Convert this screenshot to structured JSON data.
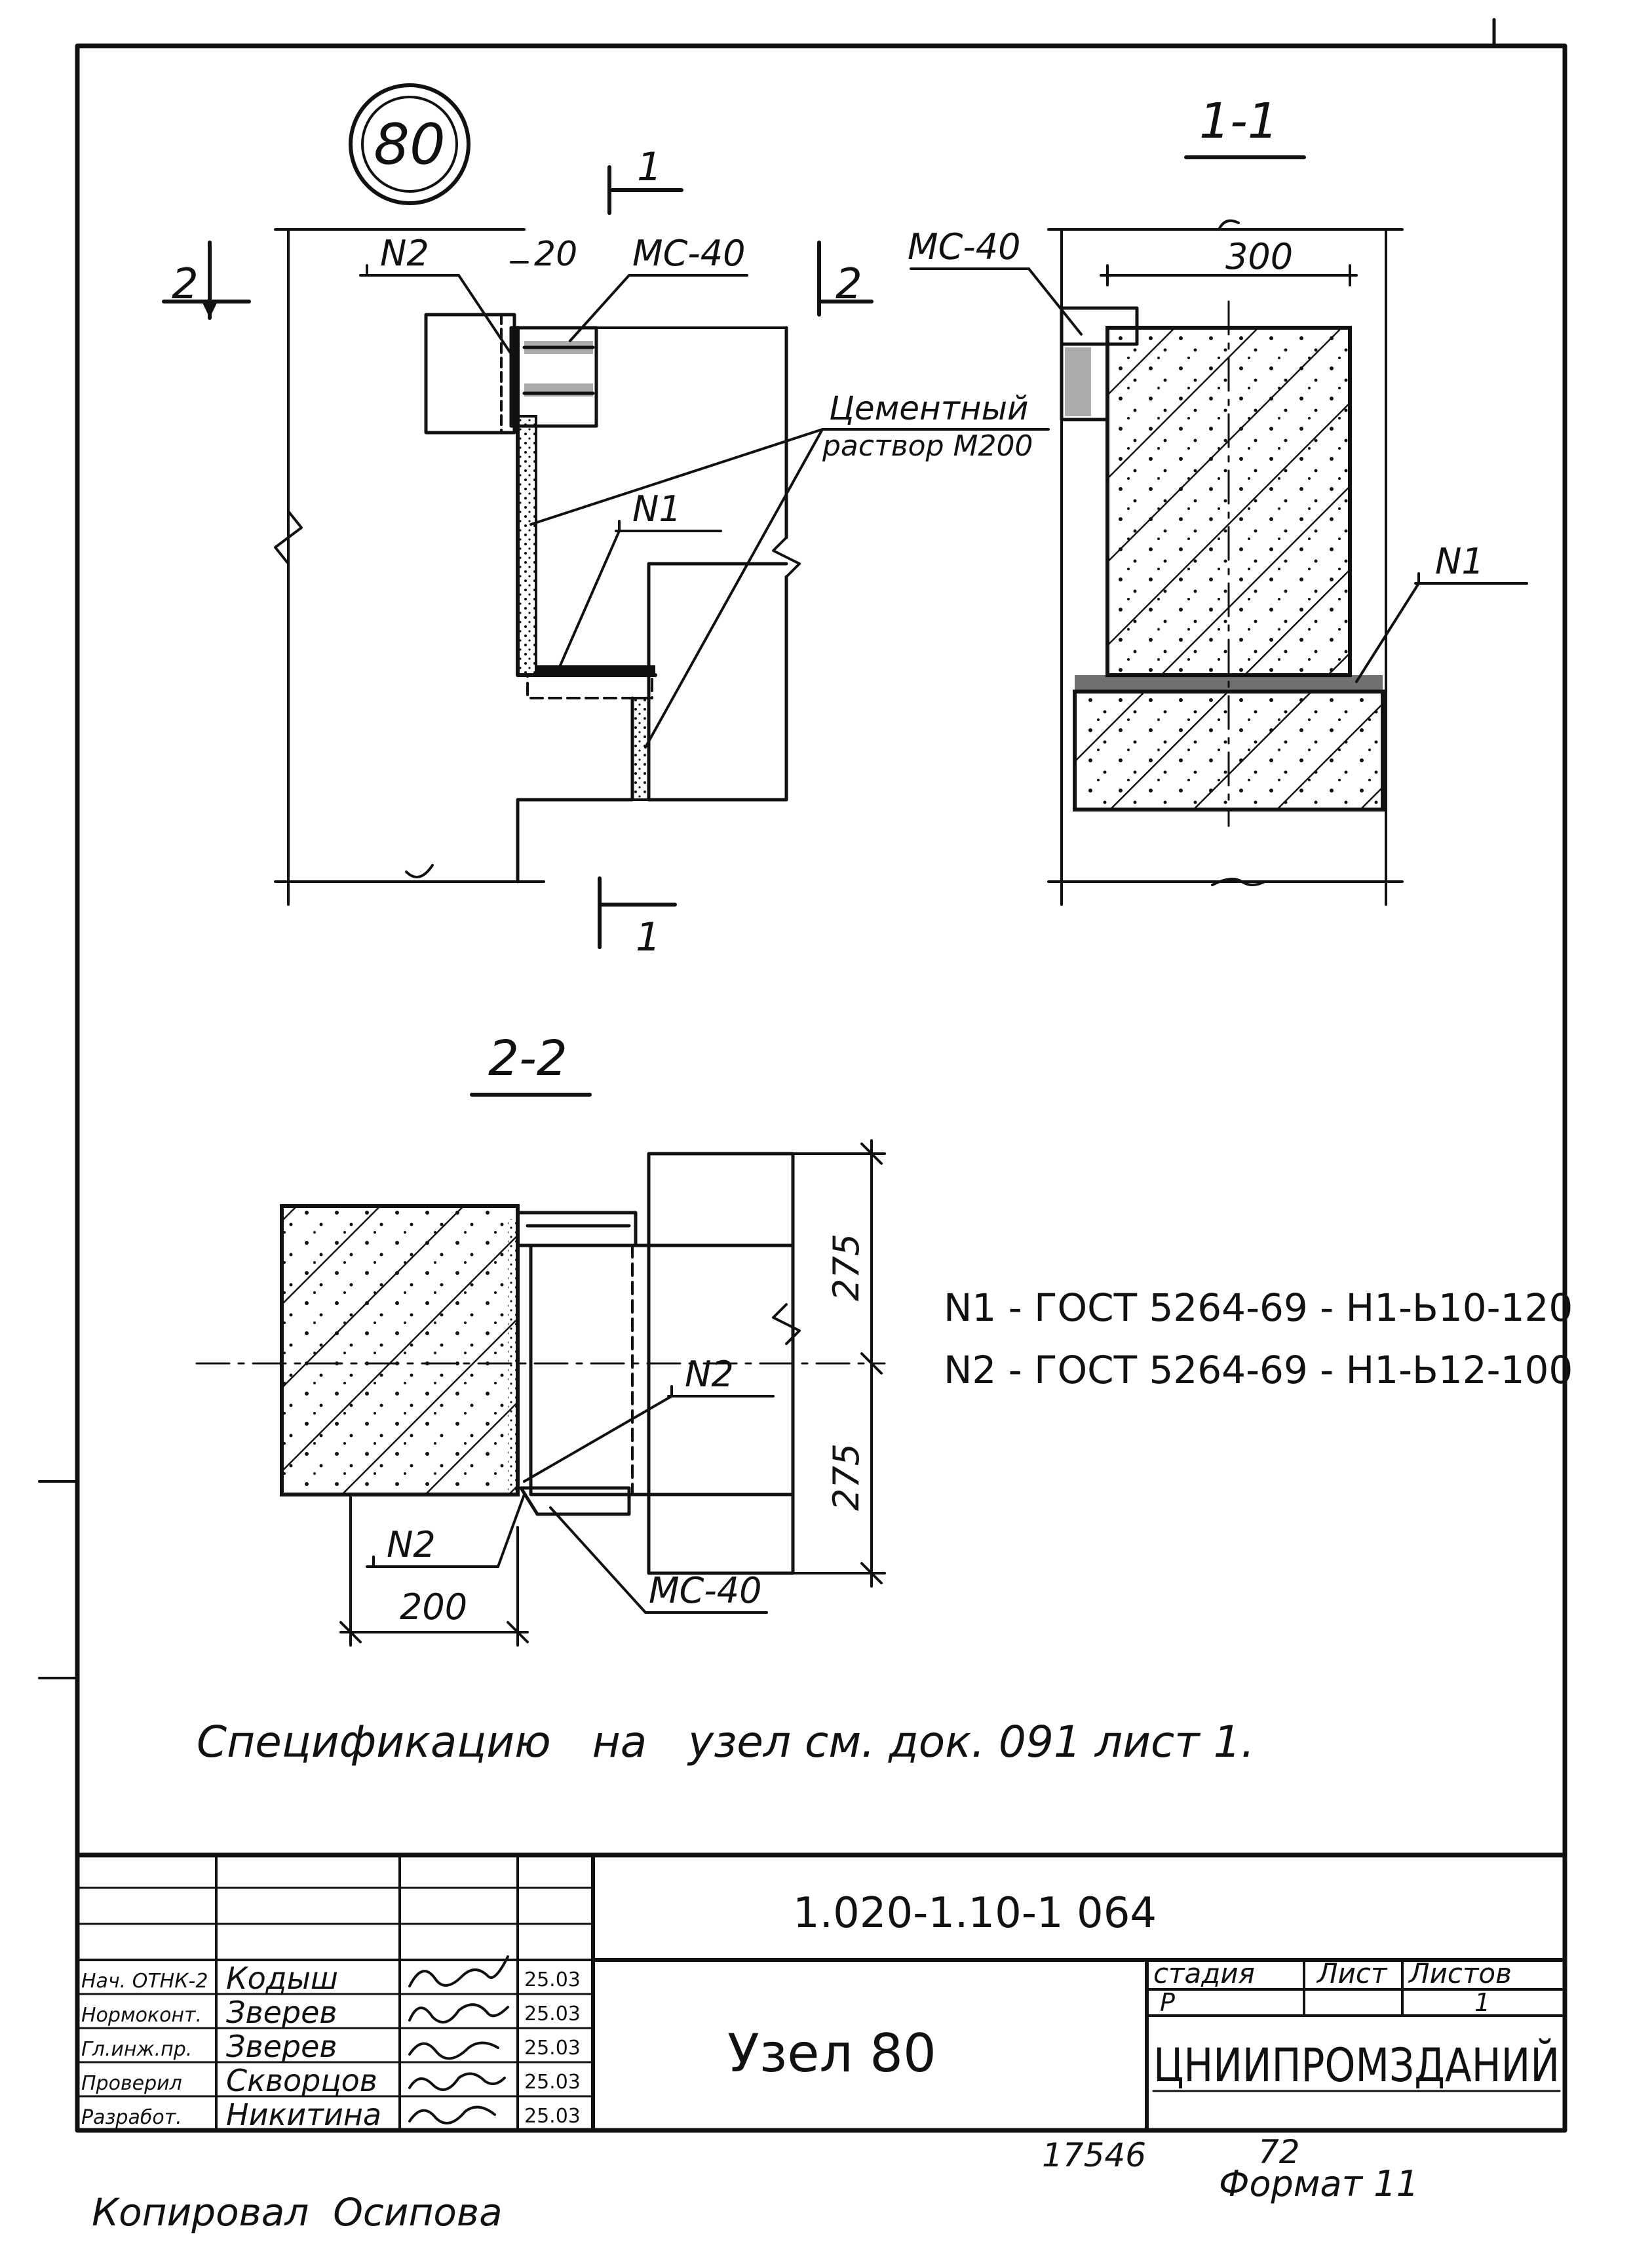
{
  "node_badge": "80",
  "section_11": {
    "title": "1-1",
    "cut_mark_top": "1",
    "cut_mark_bottom": "1",
    "dim_300": "300",
    "mc40": "МС-40",
    "n1": "N1"
  },
  "section_22": {
    "title": "2-2",
    "dim_275_top": "275",
    "dim_275_bottom": "275",
    "dim_200": "200",
    "n2_upper": "N2",
    "n2_lower": "N2",
    "mc40": "МС-40"
  },
  "main_view": {
    "mark2_left": "2",
    "mark2_right": "2",
    "n2": "N2",
    "dim_20": "20",
    "mc40": "МС-40",
    "cement_1": "Цементный",
    "cement_2": "раствор М200",
    "n1": "N1"
  },
  "notes": {
    "n1_spec": "N1 - ГОСТ 5264-69 - Н1-Ь10-120",
    "n2_spec": "N2 - ГОСТ 5264-69 - Н1-Ь12-100",
    "specification": "Спецификацию   на   узел см. док. 091 лист 1."
  },
  "title_block": {
    "doc_code": "1.020-1.10-1 064",
    "title": "Узел 80",
    "stage_header": "стадия",
    "sheet_header": "Лист",
    "sheets_header": "Листов",
    "stage": "Р",
    "sheet": "",
    "sheets": "1",
    "organization": "ЦНИИПРОМЗДАНИЙ",
    "rows": [
      {
        "role": "Нач. ОТНК-2",
        "name": "Кодыш",
        "date": "25.03"
      },
      {
        "role": "Нормоконт.",
        "name": "Зверев",
        "date": "25.03"
      },
      {
        "role": "Гл.инж.пр.",
        "name": "Зверев",
        "date": "25.03"
      },
      {
        "role": "Проверил",
        "name": "Скворцов",
        "date": "25.03"
      },
      {
        "role": "Разработ.",
        "name": "Никитина",
        "date": "25.03"
      }
    ]
  },
  "footer": {
    "number": "17546",
    "page": "72",
    "format": "Формат 11",
    "copied": "Копировал  Осипова"
  }
}
